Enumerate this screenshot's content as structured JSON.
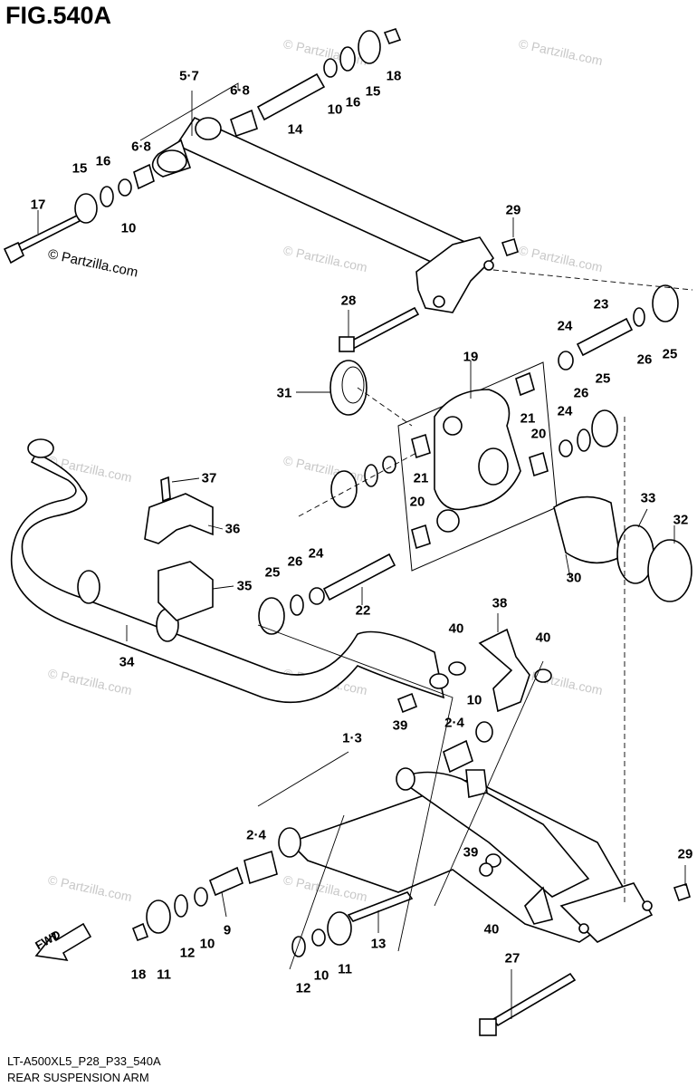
{
  "figure": {
    "title": "FIG.540A"
  },
  "footer": {
    "code": "LT-A500XL5_P28_P33_540A",
    "name": "REAR SUSPENSION ARM"
  },
  "watermark": {
    "text": "© Partzilla.com"
  },
  "fwd_label": "FWD",
  "callouts": [
    "17",
    "15",
    "16",
    "10",
    "6·8",
    "5·7",
    "6·8",
    "14",
    "10",
    "16",
    "15",
    "18",
    "29",
    "28",
    "23",
    "24",
    "26",
    "25",
    "19",
    "31",
    "21",
    "21",
    "20",
    "20",
    "24",
    "26",
    "25",
    "37",
    "36",
    "35",
    "25",
    "26",
    "24",
    "22",
    "34",
    "30",
    "33",
    "32",
    "38",
    "40",
    "40",
    "39",
    "10",
    "2·4",
    "1·3",
    "2·4",
    "29",
    "39",
    "40",
    "27",
    "13",
    "9",
    "10",
    "12",
    "11",
    "18",
    "12",
    "10",
    "11"
  ]
}
